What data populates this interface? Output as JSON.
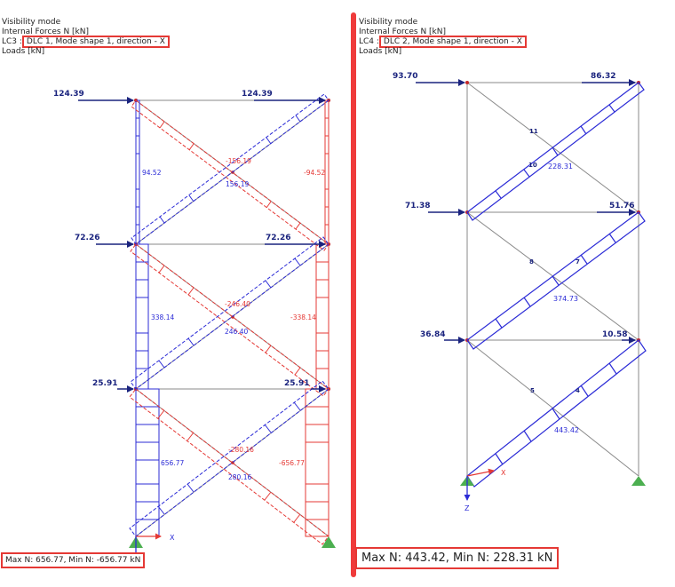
{
  "left": {
    "header": {
      "line1": "Visibility mode",
      "line2": "Internal Forces N [kN]",
      "lc_label": "LC3 :",
      "lc_desc": "DLC 1, Mode shape 1, direction - X",
      "line4": "Loads [kN]"
    },
    "loads": {
      "l1a": "124.39",
      "l1b": "124.39",
      "l2a": "72.26",
      "l2b": "72.26",
      "l3a": "25.91",
      "l3b": "25.91"
    },
    "forces": {
      "c1_left": "94.52",
      "c1_right": "-94.52",
      "c2_left": "338.14",
      "c2_right": "-338.14",
      "c3_left": "656.77",
      "c3_right": "-656.77",
      "d1_red": "-156.19",
      "d1_blue": "156.19",
      "d2_red": "-246.40",
      "d2_blue": "246.40",
      "d3_red": "-280.16",
      "d3_blue": "280.16"
    },
    "axis_x": "X",
    "summary": "Max N: 656.77, Min N: -656.77 kN"
  },
  "right": {
    "header": {
      "line1": "Visibility mode",
      "line2": "Internal Forces N [kN]",
      "lc_label": "LC4 :",
      "lc_desc": "DLC 2, Mode shape 1, direction - X",
      "line4": "Loads [kN]"
    },
    "loads": {
      "l1a": "93.70",
      "l1b": "86.32",
      "l2a": "71.38",
      "l2b": "51.76",
      "l3a": "36.84",
      "l3b": "10.58"
    },
    "forces": {
      "b1": "228.31",
      "b2": "374.73",
      "b3": "443.42"
    },
    "members": {
      "m11": "11",
      "m10": "10",
      "m8": "8",
      "m7": "7",
      "m5": "5",
      "m4": "4"
    },
    "axis_x": "X",
    "axis_z": "Z",
    "summary": "Max N: 443.42, Min N: 228.31 kN"
  },
  "colors": {
    "load": "#1a237e",
    "blue": "#2b2bd6",
    "red": "#e53935",
    "frame": "#8a8a8a",
    "support": "#4caf50",
    "highlight": "#e53935"
  }
}
